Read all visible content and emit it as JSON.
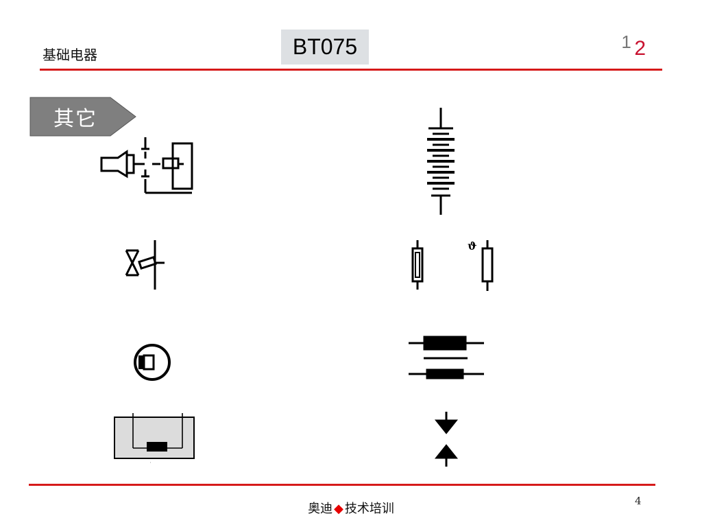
{
  "header": {
    "section_title": "基础电器",
    "code_badge": "BT075",
    "page_current": "1",
    "page_total": "2"
  },
  "tag": {
    "label": "其它"
  },
  "symbols": [
    {
      "icon": "horn-relay-symbol-icon"
    },
    {
      "icon": "battery-stack-symbol-icon"
    },
    {
      "icon": "valve-actuator-symbol-icon"
    },
    {
      "icon": "resistor-symbol-icon"
    },
    {
      "icon": "thermistor-symbol-icon"
    },
    {
      "icon": "indicator-lamp-symbol-icon"
    },
    {
      "icon": "paired-resistors-symbol-icon"
    },
    {
      "icon": "heating-element-symbol-icon"
    },
    {
      "icon": "spark-gap-symbol-icon"
    }
  ],
  "footer": {
    "brand": "奥迪",
    "diamond": "◆",
    "course": "技术培训",
    "slide_number": "4"
  },
  "colors": {
    "accent_red": "#d61a1a",
    "badge_gray": "#dde0e3",
    "tag_gray": "#7f7f7f"
  }
}
